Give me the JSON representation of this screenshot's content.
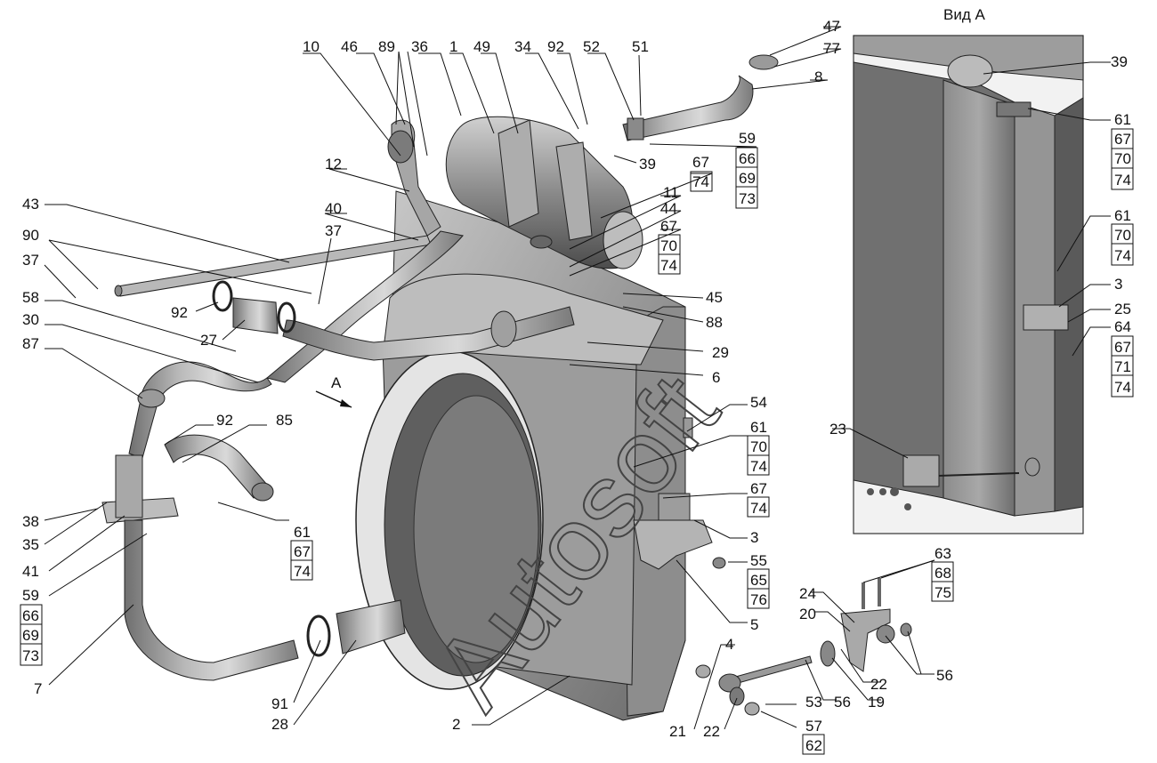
{
  "view_title": "Вид А",
  "view_arrow_label": "А",
  "watermark": "Autosoft",
  "labels": {
    "l10": "10",
    "l46": "46",
    "l89": "89",
    "l36": "36",
    "l1": "1",
    "l49": "49",
    "l34": "34",
    "l92a": "92",
    "l52": "52",
    "l51": "51",
    "l47": "47",
    "l77": "77",
    "l8": "8",
    "l59a": "59",
    "l66a": "66",
    "l69a": "69",
    "l73a": "73",
    "l39a": "39",
    "l67a": "67",
    "l74a": "74",
    "l11": "11",
    "l44": "44",
    "l67b": "67",
    "l70a": "70",
    "l74b": "74",
    "l45": "45",
    "l88": "88",
    "l29": "29",
    "l6": "6",
    "l12": "12",
    "l40": "40",
    "l43": "43",
    "l90": "90",
    "l37a": "37",
    "l37b": "37",
    "l58": "58",
    "l30": "30",
    "l87": "87",
    "l92b": "92",
    "l27": "27",
    "l92c": "92",
    "l85": "85",
    "l38": "38",
    "l35": "35",
    "l41": "41",
    "l59b": "59",
    "l66b": "66",
    "l69b": "69",
    "l73b": "73",
    "l7": "7",
    "l61a": "61",
    "l67c": "67",
    "l74c": "74",
    "l91": "91",
    "l28": "28",
    "l2": "2",
    "l54": "54",
    "l61b": "61",
    "l70b": "70",
    "l74d": "74",
    "l67d": "67",
    "l74e": "74",
    "l3a": "3",
    "l55": "55",
    "l65": "65",
    "l76": "76",
    "l5": "5",
    "l4": "4",
    "l21": "21",
    "l22a": "22",
    "l53": "53",
    "l57": "57",
    "l62": "62",
    "l56a": "56",
    "l19": "19",
    "l22b": "22",
    "l20": "20",
    "l24": "24",
    "l63": "63",
    "l68": "68",
    "l75": "75",
    "l56b": "56",
    "l39b": "39",
    "l61c": "61",
    "l67e": "67",
    "l70c": "70",
    "l74f": "74",
    "l61d": "61",
    "l70d": "70",
    "l74g": "74",
    "l3b": "3",
    "l25": "25",
    "l64": "64",
    "l67f": "67",
    "l71": "71",
    "l74h": "74",
    "l23": "23"
  }
}
